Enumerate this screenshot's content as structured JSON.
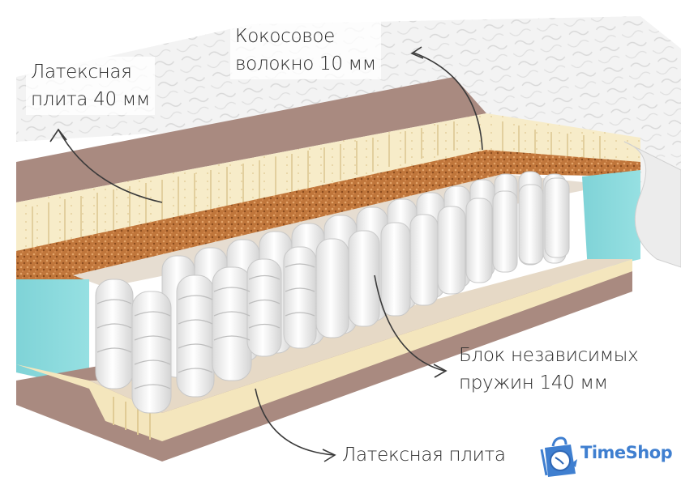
{
  "image": {
    "subject": "Mattress cross-section",
    "background": "#ffffff"
  },
  "labels": {
    "latex_top": {
      "line1": "Латексная",
      "line2": "плита 40 мм"
    },
    "coconut": {
      "line1": "Кокосовое",
      "line2": "волокно 10 мм"
    },
    "springs": {
      "line1": "Блок независимых",
      "line2": "пружин 140 мм"
    },
    "latex_bottom": {
      "line1": "Латексная плита"
    }
  },
  "layers": [
    {
      "name": "cover",
      "color": "#f2f2f2"
    },
    {
      "name": "felt",
      "color": "#a98a80"
    },
    {
      "name": "latex",
      "color": "#f6e9c2"
    },
    {
      "name": "coconut",
      "color": "#c1763a"
    },
    {
      "name": "spacer",
      "color": "#e6ddd1"
    },
    {
      "name": "springs",
      "color": "#f8f8f8"
    },
    {
      "name": "foam_edge",
      "color": "#86d8db"
    }
  ],
  "logo": {
    "text": "TimeShop",
    "brand_color": "#3f7fd0",
    "icon": "shopping-bag-clock-icon"
  }
}
